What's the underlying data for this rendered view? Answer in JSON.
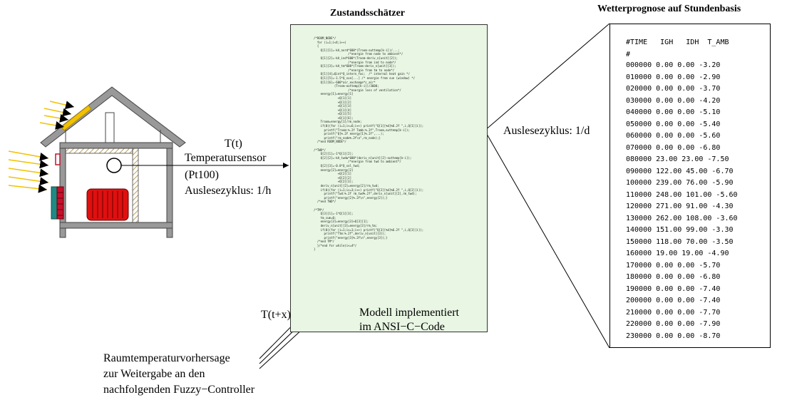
{
  "titles": {
    "estimator": "Zustandsschätzer",
    "forecast": "Wetterprognose auf Stundenbasis"
  },
  "sensor": {
    "signal": "T(t)",
    "name": "Temperatursensor",
    "type": "(Pt100)",
    "cycle": "Auslesezyklus: 1/h"
  },
  "forecast_cycle": "Auslesezyklus: 1/d",
  "model": {
    "line1": "Modell implementiert",
    "line2": "im ANSI−C−Code"
  },
  "prediction": {
    "signal": "T(t+x)",
    "line1": "Raumtemperaturvorhersage",
    "line2": "zur Weitergabe an den",
    "line3": "nachfolgenden Fuzzy−Controller"
  },
  "code_snippet": "/*ROOM_NODE*/\n  for (i=1;i<4;i++)\n  {\n    Q[1][1]=-kA_nord*600*(Troom-outtemp[k-i])/...;\n                    /*energie from node to ambient*/\n    Q[1][2]=-kA_ind*600*(Troom-deriv_n[unit][2]);\n                    /*energie from ind to node*/\n    Q[1][3]=-kA_tm*600*(Troom-deriv_n[unit][3]);\n                    /*energie from tm to node*/\n    Q[1][4]=Qint*Q_intern_fac;  /* internal heat gain */\n    Q[1][5]=-1.5*Q_sun[...] /* energie from sun (window) */\n    Q[1][6]=-600*air_exchange*c_air*\n            (Troom-outtemp[k-i])/3600;\n                    /*energie loss of ventilation*/\n    energy[1]=energy[1]\n              +Q[1][1]\n              +Q[1][2]\n              +Q[1][3]\n              +Q[1][4]\n              +Q[1][5]\n              +Q[1][6];\n    Troom=energy[1]/rm_node;\n    if(0){for (i=1;i<=6;i++) printf(\"Q[1][%d]%6.2f \",i,Q[1][i]);\n      printf(\"Troom:%.2f Tamb:%.2f\",Troom,outtemp[k-i]);\n      printf(\"Q[%.2f energy[1]%.2f\",...);\n      printf(\"rm_node%.2f\\n\",rm_node);}\n  /*end ROOM_NODE*/\n\n/*TWD*/\n    Q[2][1]=-1*Q[1][2];\n    Q[2][2]=-kA_twdw*600*(deriv_n[unit][2]-outtemp[k-i]);\n                    /*energie from twd to ambient*/\n    Q[2][3]=-0.8*Q_sol_twd;\n    energy[2]=energy[2]\n              +Q[2][1]\n              +Q[2][2]\n              +Q[2][3];\n    deriv_n[unit][2]=energy[2]/rm_twd;\n    if(0){for (i=1;i<=3;i++) printf(\"Q[2][%d]%6.2f \",i,Q[2][i]);\n      printf(\"Twd:%.2f rm_twd%.2f\",deriv_n[unit][2],rm_twd);\n      printf(\"energy[2]%.2f\\n\",energy[2]);}\n  /*end TWD*/\n\n/*TM*/\n    Q[3][1]=-1*Q[1][3];\n    tm_sum=0;\n    energy[3]=energy[3]+Q[3][1];\n    deriv_n[unit][3]=energy[3]/rm_tm;\n    if(0){for (i=1;i<=1;i++) printf(\"Q[3][%d]%6.2f \",i,Q[3][i]);\n      printf(\"Ttm:%.2f\",deriv_n[unit][3]);\n      printf(\"energy[3]%.2f\\n\",energy[3]);}\n  /*end TM*/\n  }/*end for while(i<=4*/\n}",
  "weather": {
    "header": "#TIME   IGH   IDH  T_AMB",
    "hash": "#",
    "columns": [
      "TIME",
      "IGH",
      "IDH",
      "T_AMB"
    ],
    "rows": [
      "000000 0.00 0.00 -3.20",
      "010000 0.00 0.00 -2.90",
      "020000 0.00 0.00 -3.70",
      "030000 0.00 0.00 -4.20",
      "040000 0.00 0.00 -5.10",
      "050000 0.00 0.00 -5.40",
      "060000 0.00 0.00 -5.60",
      "070000 0.00 0.00 -6.80",
      "080000 23.00 23.00 -7.50",
      "090000 122.00 45.00 -6.70",
      "100000 239.00 76.00 -5.90",
      "110000 248.00 101.00 -5.60",
      "120000 271.00 91.00 -4.30",
      "130000 262.00 108.00 -3.60",
      "140000 151.00 99.00 -3.30",
      "150000 118.00 70.00 -3.50",
      "160000 19.00 19.00 -4.90",
      "170000 0.00 0.00 -5.70",
      "180000 0.00 0.00 -6.80",
      "190000 0.00 0.00 -7.40",
      "200000 0.00 0.00 -7.40",
      "210000 0.00 0.00 -7.70",
      "220000 0.00 0.00 -7.90",
      "230000 0.00 0.00 -8.70"
    ]
  },
  "colors": {
    "code_background": "#e8f6e3",
    "solar_panel": "#f2c200",
    "sun_rays": "#f2c200",
    "radiator": "#e01010",
    "window_frame": "#1f8a84",
    "window_shutter": "#c8102e"
  }
}
